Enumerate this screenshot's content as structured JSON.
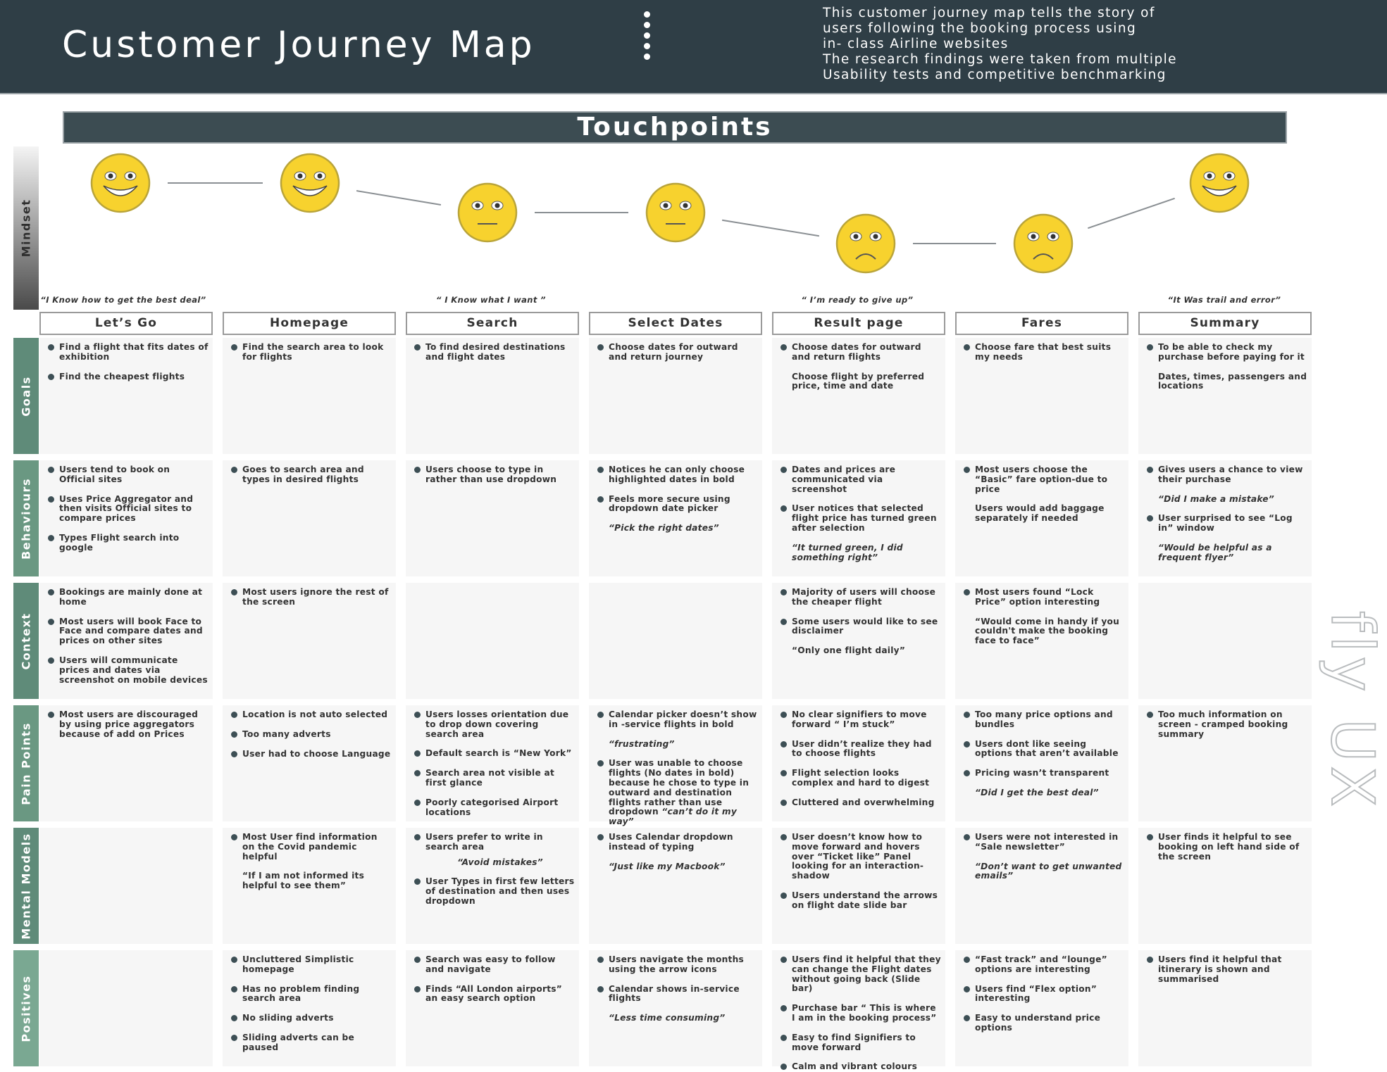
{
  "header": {
    "title": "Customer Journey Map",
    "description": [
      "This customer journey map tells the story of",
      "users following the booking process using",
      "in- class Airline websites",
      "The research findings were taken from multiple",
      "Usability tests and competitive benchmarking"
    ]
  },
  "touchpoints_label": "Touchpoints",
  "row_labels": {
    "mindset": "Mindset",
    "goals": "Goals",
    "behaviours": "Behaviours",
    "context": "Context",
    "pain_points": "Pain Points",
    "mental_models": "Mental Models",
    "positives": "Positives"
  },
  "mindset": [
    {
      "mood": "happy",
      "level": 1
    },
    {
      "mood": "happy",
      "level": 1
    },
    {
      "mood": "neutral",
      "level": 2
    },
    {
      "mood": "neutral",
      "level": 2
    },
    {
      "mood": "sad",
      "level": 3
    },
    {
      "mood": "sad",
      "level": 3
    },
    {
      "mood": "happy",
      "level": 1
    }
  ],
  "quotes": {
    "lets_go": "“I Know how to get the best deal”",
    "search": "“ I Know what I want ”",
    "result_page": "“ I’m ready to give up”",
    "summary": "“It Was trail and error”"
  },
  "stages": [
    {
      "name": "Let’s Go",
      "goals": [
        {
          "t": "Find a flight that fits dates of exhibition",
          "b": true
        },
        {
          "t": "Find the cheapest flights",
          "b": true
        }
      ],
      "behaviours": [
        {
          "t": "Users tend to book on Official sites",
          "b": true
        },
        {
          "t": "Uses Price Aggregator and then visits Official sites to compare prices",
          "b": true
        },
        {
          "t": "Types Flight search into google",
          "b": true
        }
      ],
      "context": [
        {
          "t": "Bookings are mainly done at home",
          "b": true
        },
        {
          "t": "Most users will book Face to Face and compare dates and prices on other sites",
          "b": true
        },
        {
          "t": "Users will communicate prices and dates via screenshot on mobile devices",
          "b": true
        }
      ],
      "pain_points": [
        {
          "t": "Most users are discouraged by using price aggregators because of add on Prices",
          "b": true
        }
      ],
      "mental_models": [],
      "positives": []
    },
    {
      "name": "Homepage",
      "goals": [
        {
          "t": "Find the search area to look for flights",
          "b": true
        }
      ],
      "behaviours": [
        {
          "t": "Goes to search area and types in desired flights",
          "b": true
        }
      ],
      "context": [
        {
          "t": "Most users ignore the rest of the screen",
          "b": true
        }
      ],
      "pain_points": [
        {
          "t": "Location is not auto selected",
          "b": true
        },
        {
          "t": "Too many adverts",
          "b": true
        },
        {
          "t": "User had to choose Language",
          "b": true
        }
      ],
      "mental_models": [
        {
          "t": "Most User find information on the Covid pandemic helpful",
          "b": true
        },
        {
          "t": "“If I am not informed its helpful to see them”",
          "b": false
        }
      ],
      "positives": [
        {
          "t": "Uncluttered Simplistic homepage",
          "b": true
        },
        {
          "t": "Has no problem finding search area",
          "b": true
        },
        {
          "t": "No sliding adverts",
          "b": true
        },
        {
          "t": "Sliding adverts can be paused",
          "b": true
        }
      ]
    },
    {
      "name": "Search",
      "goals": [
        {
          "t": "To find desired destinations and flight dates",
          "b": true
        }
      ],
      "behaviours": [
        {
          "t": "Users choose to type in rather than use dropdown",
          "b": true
        }
      ],
      "context": [],
      "pain_points": [
        {
          "t": "Users losses orientation due to drop down covering search area",
          "b": true
        },
        {
          "t": "Default search is “New York”",
          "b": true
        },
        {
          "t": "Search area not visible at first glance",
          "b": true
        },
        {
          "t": "Poorly categorised Airport locations",
          "b": true
        }
      ],
      "mental_models": [
        {
          "t": "Users prefer to write in search area",
          "b": true,
          "after": "“Avoid mistakes”"
        },
        {
          "t": "User Types in first few letters of destination and then uses dropdown",
          "b": true
        }
      ],
      "positives": [
        {
          "t": "Search was easy to follow and navigate",
          "b": true
        },
        {
          "t": "Finds “All London airports” an easy search option",
          "b": true
        }
      ]
    },
    {
      "name": "Select Dates",
      "goals": [
        {
          "t": "Choose dates for outward and return journey",
          "b": true
        }
      ],
      "behaviours": [
        {
          "t": "Notices he can only choose highlighted dates in bold",
          "b": true
        },
        {
          "t": "Feels more secure using dropdown date picker",
          "b": true
        },
        {
          "t": "“Pick the right dates”",
          "b": false,
          "q": true
        }
      ],
      "context": [],
      "pain_points": [
        {
          "t": "Calendar picker doesn’t show in -service flights in bold",
          "b": true
        },
        {
          "t": "“frustrating”",
          "b": false,
          "q": true
        },
        {
          "t": "User was unable to choose flights (No dates in bold) because he chose to type in outward and destination flights rather than use dropdown",
          "b": true,
          "after": "“can’t do it my way”"
        }
      ],
      "mental_models": [
        {
          "t": "Uses Calendar dropdown instead of typing",
          "b": true
        },
        {
          "t": "“Just like my Macbook”",
          "b": false,
          "q": true
        }
      ],
      "positives": [
        {
          "t": "Users navigate the months using the arrow icons",
          "b": true
        },
        {
          "t": "Calendar shows in-service flights",
          "b": true
        },
        {
          "t": "“Less time consuming”",
          "b": false,
          "q": true
        }
      ]
    },
    {
      "name": "Result page",
      "goals": [
        {
          "t": "Choose dates for outward and return flights",
          "b": true
        },
        {
          "t": "Choose flight by preferred price, time and date",
          "b": false
        }
      ],
      "behaviours": [
        {
          "t": "Dates and prices are communicated via screenshot",
          "b": true
        },
        {
          "t": "User notices that selected flight price has turned green after selection",
          "b": true
        },
        {
          "t": "“It turned green, I did something right”",
          "b": false,
          "q": true
        }
      ],
      "context": [
        {
          "t": "Majority of users will choose the cheaper flight",
          "b": true
        },
        {
          "t": "Some users would like to see disclaimer",
          "b": true
        },
        {
          "t": "“Only one flight daily”",
          "b": false
        }
      ],
      "pain_points": [
        {
          "t": "No clear signifiers to move forward “ I’m stuck”",
          "b": true
        },
        {
          "t": "User didn’t realize they had to choose flights",
          "b": true
        },
        {
          "t": "Flight selection looks complex and hard to digest",
          "b": true
        },
        {
          "t": "Cluttered and overwhelming",
          "b": true
        }
      ],
      "mental_models": [
        {
          "t": "User doesn’t know how to move forward and hovers over “Ticket like” Panel looking for an interaction- shadow",
          "b": true
        },
        {
          "t": "Users understand the arrows on flight date slide bar",
          "b": true
        }
      ],
      "positives": [
        {
          "t": "Users find it helpful that they can change the Flight dates without going back (Slide bar)",
          "b": true
        },
        {
          "t": "Purchase bar “ This is where I am in the booking process”",
          "b": true
        },
        {
          "t": "Easy to find Signifiers to move forward",
          "b": true
        },
        {
          "t": "Calm and vibrant colours",
          "b": true
        }
      ]
    },
    {
      "name": "Fares",
      "goals": [
        {
          "t": "Choose fare that best suits my needs",
          "b": true
        }
      ],
      "behaviours": [
        {
          "t": "Most users choose the “Basic” fare option-due to price",
          "b": true
        },
        {
          "t": "Users would add baggage separately if needed",
          "b": false
        }
      ],
      "context": [
        {
          "t": "Most users found “Lock Price” option interesting",
          "b": true
        },
        {
          "t": "“Would come in handy if you couldn't make the booking face to face”",
          "b": false
        }
      ],
      "pain_points": [
        {
          "t": "Too many price options and bundles",
          "b": true
        },
        {
          "t": "Users dont like seeing options that aren’t available",
          "b": true
        },
        {
          "t": "Pricing wasn’t transparent",
          "b": true
        },
        {
          "t": "“Did I get the best deal”",
          "b": false,
          "q": true
        }
      ],
      "mental_models": [
        {
          "t": "Users were not interested in “Sale newsletter”",
          "b": true
        },
        {
          "t": "“Don’t want to get unwanted emails”",
          "b": false,
          "q": true
        }
      ],
      "positives": [
        {
          "t": "“Fast track” and “lounge” options are interesting",
          "b": true
        },
        {
          "t": "Users find “Flex option” interesting",
          "b": true
        },
        {
          "t": "Easy to understand price options",
          "b": true
        }
      ]
    },
    {
      "name": "Summary",
      "goals": [
        {
          "t": "To be able to check my purchase before paying for it",
          "b": true
        },
        {
          "t": "Dates, times, passengers and locations",
          "b": false
        }
      ],
      "behaviours": [
        {
          "t": "Gives users a chance to view their purchase",
          "b": true
        },
        {
          "t": "“Did I make a mistake”",
          "b": false,
          "q": true
        },
        {
          "t": "User surprised to see “Log in” window",
          "b": true
        },
        {
          "t": "“Would be helpful as a frequent flyer”",
          "b": false,
          "q": true
        }
      ],
      "context": [],
      "pain_points": [
        {
          "t": "Too much information on screen - cramped booking summary",
          "b": true
        }
      ],
      "mental_models": [
        {
          "t": "User finds it helpful to see booking on left hand side of the screen",
          "b": true
        }
      ],
      "positives": [
        {
          "t": "Users find it helpful that itinerary is shown and summarised",
          "b": true
        }
      ]
    }
  ],
  "watermark": "fly UX",
  "colors": {
    "header_bg": "#2f3e46",
    "banner_bg": "#3c4c52",
    "row_tab": "#5e8a78",
    "row_tab_mid": "#6f9a85",
    "cell_bg": "#f6f6f6",
    "face": "#f7d22e",
    "face_border": "#b9a43a",
    "bullet": "#3d4f55"
  }
}
